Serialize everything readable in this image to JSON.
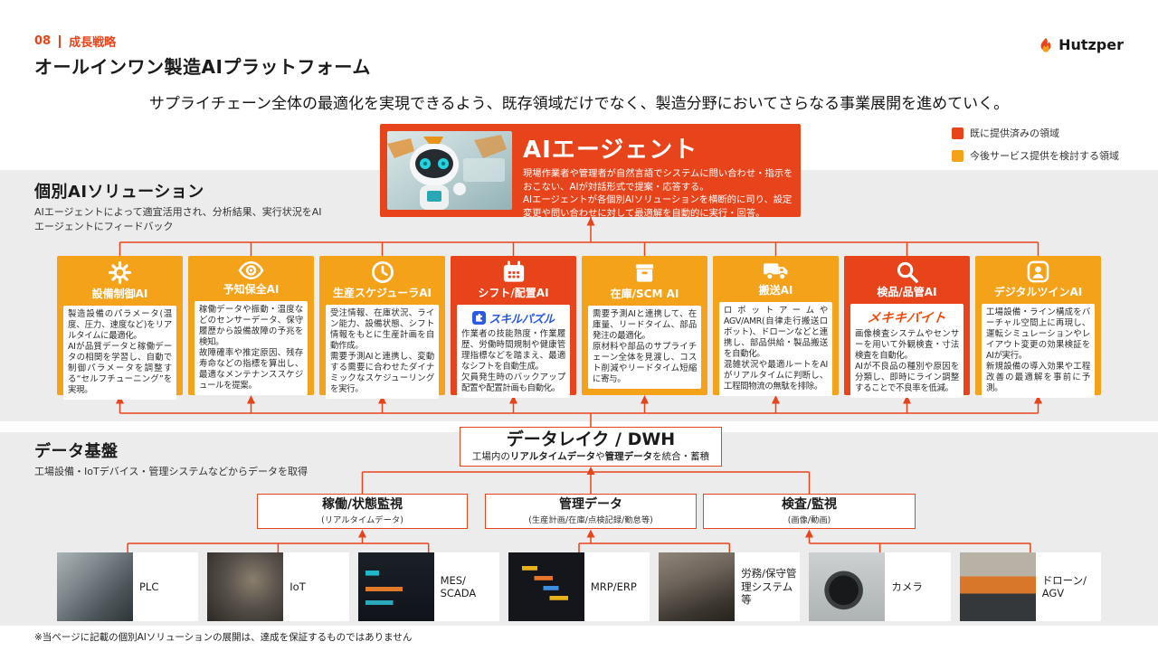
{
  "page": {
    "slide_number": "08",
    "section_label": "成長戦略",
    "title": "オールインワン製造AIプラットフォーム",
    "subtitle": "サプライチェーン全体の最適化を実現できるよう、既存領域だけでなく、製造分野においてさらなる事業展開を進めていく。",
    "footer_note": "※当ページに記載の個別AIソリューションの展開は、達成を保証するものではありません"
  },
  "brand": {
    "logo_text": "Hutzper",
    "logo_icon": "flame-icon"
  },
  "legend": {
    "provided": {
      "label": "既に提供済みの領域",
      "color": "#E8441C"
    },
    "planned": {
      "label": "今後サービス提供を検討する領域",
      "color": "#F5A21B"
    }
  },
  "ai_agent": {
    "title": "AIエージェント",
    "description": "現場作業者や管理者が自然言語でシステムに問い合わせ・指示をおこない、AIが対話形式で提案・応答する。\nAIエージェントが各個別AIソリューションを横断的に司り、設定変更や問い合わせに対して最適解を自動的に実行・回答。",
    "image": "robot-photo"
  },
  "solutions_section": {
    "title": "個別AIソリューション",
    "description": "AIエージェントによって適宜活用され、分析結果、実行状況をAIエージェントにフィードバック",
    "items": [
      {
        "name": "設備制御AI",
        "icon": "gear-icon",
        "status": "planned",
        "description": "製造設備のパラメータ(温度、圧力、速度など)をリアルタイムに最適化。\nAIが品質データと稼働データの相関を学習し、自動で制御パラメータを調整する“セルフチューニング”を実現。"
      },
      {
        "name": "予知保全AI",
        "icon": "eye-icon",
        "status": "planned",
        "description": "稼働データや振動・温度などのセンサーデータ、保守履歴から設備故障の予兆を検知。\n故障確率や推定原因、残存寿命などの指標を算出し、最適なメンテナンススケジュールを提案。"
      },
      {
        "name": "生産スケジューラAI",
        "icon": "clock-icon",
        "status": "planned",
        "description": "受注情報、在庫状況、ライン能力、設備状態、シフト情報をもとに生産計画を自動作成。\n需要予測AIと連携し、変動する需要に合わせたダイナミックなスケジューリングを実行。"
      },
      {
        "name": "シフト/配置AI",
        "icon": "calendar-icon",
        "status": "provided",
        "product": "スキルパズル",
        "description": "作業者の技能熟度・作業履歴、労働時間規制や健康管理指標などを踏まえ、最適なシフトを自動生成。\n欠員発生時のバックアップ配置や配置計画も自動化。"
      },
      {
        "name": "在庫/SCM AI",
        "icon": "package-icon",
        "status": "planned",
        "description": "需要予測AIと連携して、在庫量、リードタイム、部品発注の最適化。\n原材料や部品のサプライチェーン全体を見渡し、コスト削減やリードタイム短縮に寄与。"
      },
      {
        "name": "搬送AI",
        "icon": "truck-icon",
        "status": "planned",
        "description": "ロボットアームやAGV/AMR(自律走行搬送ロボット)、ドローンなどと連携し、部品供給・製品搬送を自動化。\n混雑状況や最適ルートをAIがリアルタイムに判断し、工程間物流の無駄を排除。"
      },
      {
        "name": "検品/品管AI",
        "icon": "magnifier-icon",
        "status": "provided",
        "product": "メキキバイト",
        "description": "画像検査システムやセンサーを用いて外観検査・寸法検査を自動化。\nAIが不良品の種別や原因を分類し、即時にライン調整することで不良率を低減。"
      },
      {
        "name": "デジタルツインAI",
        "icon": "avatar-frame-icon",
        "status": "planned",
        "description": "工場設備・ライン構成をバーチャル空間上に再現し、運転シミュレーションやレイアウト変更の効果検証をAIが実行。\n新規設備の導入効果や工程改善の最適解を事前に予測。"
      }
    ]
  },
  "data_section": {
    "title": "データ基盤",
    "description": "工場設備・IoTデバイス・管理システムなどからデータを取得",
    "dwh": {
      "title": "データレイク / DWH",
      "desc_prefix": "工場内の",
      "desc_bold1": "リアルタイムデータ",
      "desc_mid": "や",
      "desc_bold2": "管理データ",
      "desc_suffix": "を統合・蓄積"
    },
    "categories": [
      {
        "name": "稼働/状態監視",
        "sub": "(リアルタイムデータ)"
      },
      {
        "name": "管理データ",
        "sub": "(生産計画/在庫/点検記録/勤怠等)"
      },
      {
        "name": "検査/監視",
        "sub": "(画像/動画)"
      }
    ],
    "sources": [
      {
        "label": "PLC",
        "image": "plc-photo"
      },
      {
        "label": "IoT",
        "image": "smartwatch-photo"
      },
      {
        "label": "MES/\nSCADA",
        "image": "dashboard-photo"
      },
      {
        "label": "MRP/ERP",
        "image": "gantt-photo"
      },
      {
        "label": "労務/保守管理システム等",
        "image": "laptop-photo"
      },
      {
        "label": "カメラ",
        "image": "camera-photo"
      },
      {
        "label": "ドローン/\nAGV",
        "image": "agv-photo"
      }
    ]
  }
}
